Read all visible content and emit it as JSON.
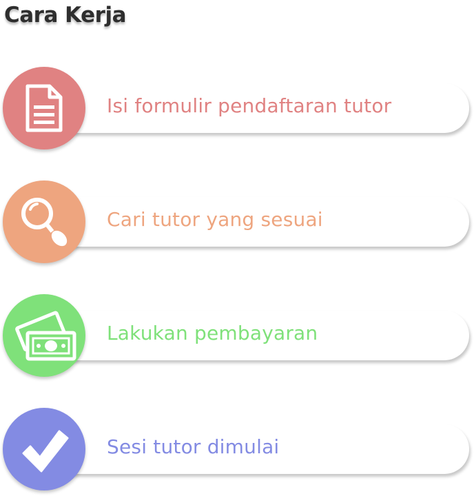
{
  "header": {
    "title": "Cara Kerja"
  },
  "steps": [
    {
      "label": "Isi formulir pendaftaran tutor",
      "color": "#e08282",
      "icon": "document-icon"
    },
    {
      "label": "Cari tutor yang sesuai",
      "color": "#eea57f",
      "icon": "magnifier-icon"
    },
    {
      "label": "Lakukan pembayaran",
      "color": "#7fe17a",
      "icon": "money-icon"
    },
    {
      "label": "Sesi tutor dimulai",
      "color": "#838be3",
      "icon": "checkmark-icon"
    }
  ]
}
